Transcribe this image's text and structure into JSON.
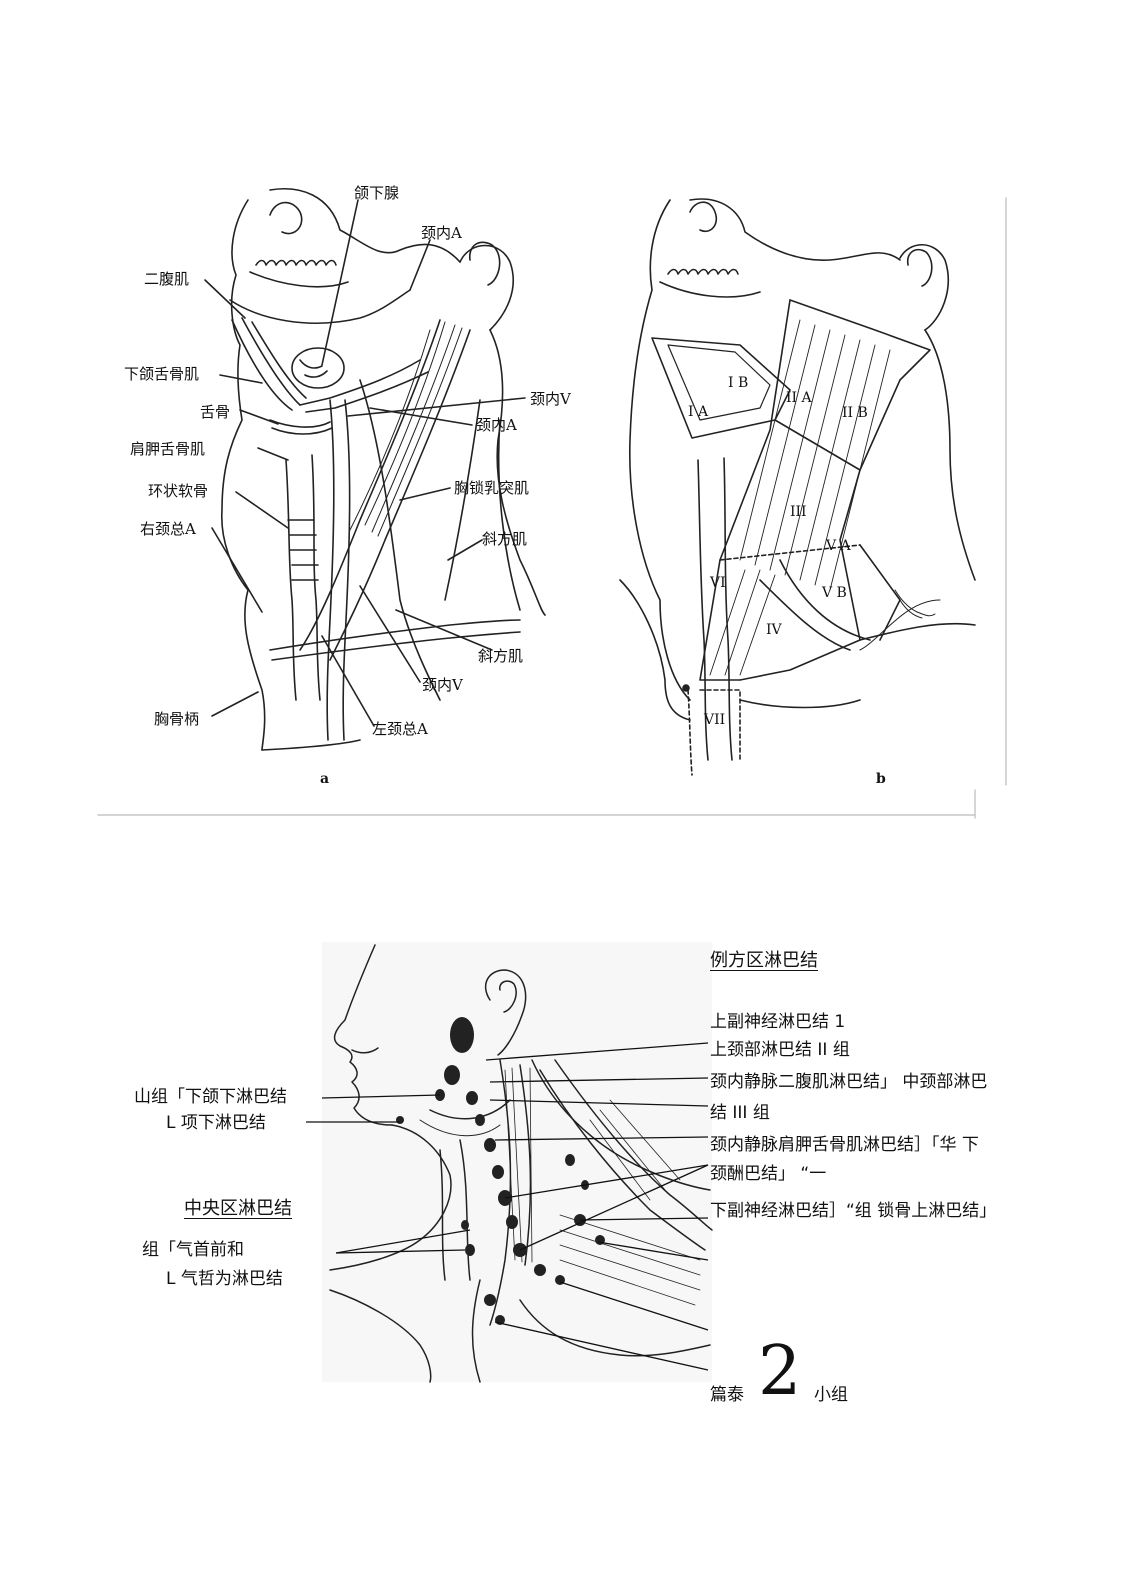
{
  "figure_top": {
    "panel_a": {
      "caption": "a",
      "labels": {
        "submandibular_gland": "颌下腺",
        "int_carotid_top": "颈内A",
        "digastric": "二腹肌",
        "mylohyoid": "下颌舌骨肌",
        "hyoid": "舌骨",
        "omohyoid": "肩胛舌骨肌",
        "cricoid": "环状软骨",
        "right_common_carotid": "右颈总A",
        "int_jugular_mid": "颈内V",
        "int_carotid_mid": "颈内A",
        "scm": "胸锁乳突肌",
        "trapezius_upper": "斜方肌",
        "trapezius_lower": "斜方肌",
        "int_jugular_low": "颈内V",
        "left_common_carotid": "左颈总A",
        "manubrium": "胸骨柄"
      }
    },
    "panel_b": {
      "caption": "b",
      "zones": {
        "IA": "I A",
        "IB": "I B",
        "IIA": "II A",
        "IIB": "II B",
        "III": "III",
        "IV": "IV",
        "VA": "V A",
        "VB": "V B",
        "VI": "VI",
        "VII": "VII"
      }
    }
  },
  "figure_bottom": {
    "right_title": "例方区淋巴结",
    "right_labels": [
      "上副神经淋巴结 1",
      "上颈部淋巴结 II 组",
      "颈内静脉二腹肌淋巴结」 中颈部淋巴",
      "结 III 组",
      "颈内静脉肩胛舌骨肌淋巴结］「华 下",
      "颈酬巴结」 “一",
      "下副神经淋巴结］“组 锁骨上淋巴结」"
    ],
    "left_labels": {
      "group1_line1": "山组「下颌下淋巴结",
      "group1_line2": "L 项下淋巴结",
      "central_title": "中央区淋巴结",
      "group2_line1": "组「气首前和",
      "group2_line2": "L 气哲为淋巴结"
    },
    "footer": {
      "prefix": "篇泰",
      "big_number": "2",
      "suffix": "小组"
    }
  }
}
